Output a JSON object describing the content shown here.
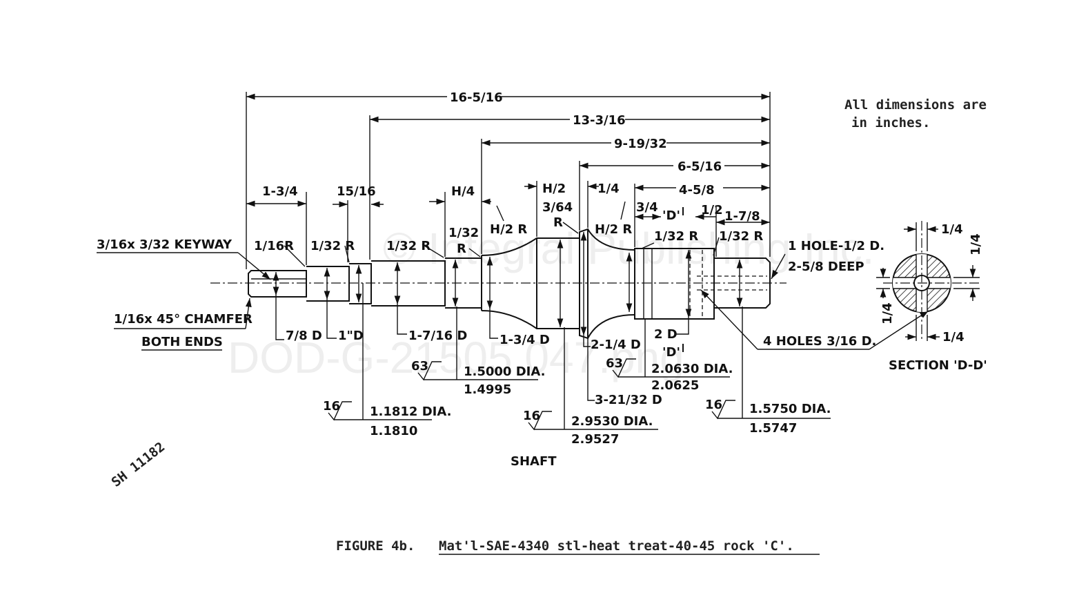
{
  "note": {
    "line1": "All dimensions are",
    "line2": "in inches."
  },
  "title": "SHAFT",
  "figure": {
    "label": "FIGURE 4b.",
    "text": "Mat'l-SAE-4340 stl-heat treat-40-45 rock 'C'."
  },
  "stamp": "SH 11182",
  "watermark": {
    "line1": "© Integral Publishing Inc.",
    "line2": "DOD-G-21505 047.png"
  },
  "dims": {
    "overall": "16-5/16",
    "d2": "13-3/16",
    "d3": "9-19/32",
    "d4": "6-5/16",
    "d5": "1-3/4",
    "d6": "15/16",
    "d7": "H/4",
    "d8": "H/2",
    "d9": "1/4",
    "d10": "4-5/8",
    "d11": "3/4",
    "d12": "1/2",
    "d13": "1-7/8"
  },
  "callouts": {
    "keyway": "3/16x 3/32 KEYWAY",
    "chamfer1": "1/16x 45° CHAMFER",
    "chamfer2": "BOTH ENDS",
    "r1": "1/16R",
    "r2": "1/32 R",
    "r3": "1/32 R",
    "r4a": "1/32",
    "r4b": "R",
    "r5": "H/2 R",
    "r6a": "3/64",
    "r6b": "R",
    "r7": "H/2 R",
    "r8": "1/32 R",
    "r9": "1/32 R",
    "hole1": "1 HOLE-1/2 D.",
    "hole2": "2-5/8 DEEP",
    "holes4": "4 HOLES 3/16 D.",
    "sec_d_top": "'D'",
    "sec_d_bot": "'D'",
    "d78": "7/8 D",
    "d1": "1\"D",
    "d1716": "1-7/16 D",
    "d134": "1-3/4 D",
    "d214": "2-1/4 D",
    "d2d": "2 D",
    "d32132": "3-21/32 D"
  },
  "tolerances": {
    "t1_finish": "16",
    "t1_max": "1.1812 DIA.",
    "t1_min": "1.1810",
    "t2_finish": "63",
    "t2_max": "1.5000 DIA.",
    "t2_min": "1.4995",
    "t3_finish": "16",
    "t3_max": "2.9530 DIA.",
    "t3_min": "2.9527",
    "t4_finish": "63",
    "t4_max": "2.0630 DIA.",
    "t4_min": "2.0625",
    "t5_finish": "16",
    "t5_max": "1.5750 DIA.",
    "t5_min": "1.5747"
  },
  "section": {
    "label": "SECTION 'D-D'",
    "top": "1/4",
    "right": "1/4",
    "left": "1/4",
    "bottom": "1/4"
  }
}
